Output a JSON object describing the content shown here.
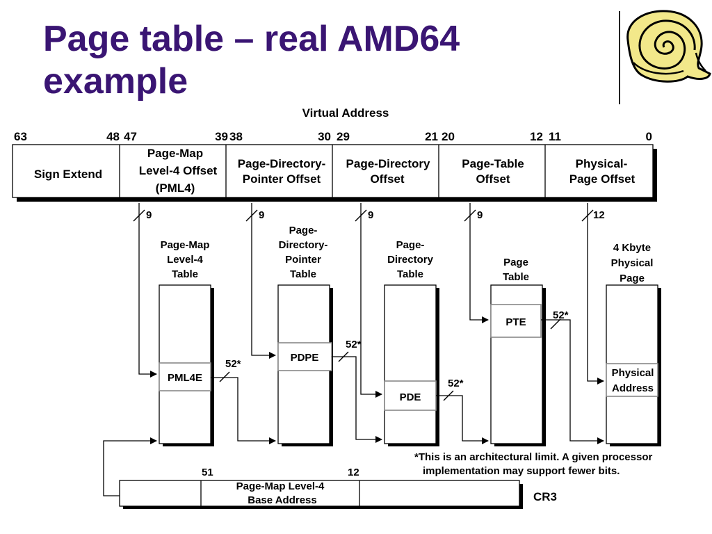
{
  "slide": {
    "title_line1": "Page table – real AMD64",
    "title_line2": "example"
  },
  "colors": {
    "title": "#3a1573",
    "logo_fill": "#f2e88a",
    "line": "#000000"
  },
  "logo": {
    "icon": "spiral-shell-icon"
  },
  "diagram": {
    "virtual_address_label": "Virtual Address",
    "bit_labels": [
      "63",
      "48",
      "47",
      "39",
      "38",
      "30",
      "29",
      "21",
      "20",
      "12",
      "11",
      "0"
    ],
    "fields": [
      {
        "lines": [
          "Sign Extend"
        ]
      },
      {
        "lines": [
          "Page-Map",
          "Level-4 Offset",
          "(PML4)"
        ]
      },
      {
        "lines": [
          "Page-Directory-",
          "Pointer Offset"
        ]
      },
      {
        "lines": [
          "Page-Directory",
          "Offset"
        ]
      },
      {
        "lines": [
          "Page-Table",
          "Offset"
        ]
      },
      {
        "lines": [
          "Physical-",
          "Page Offset"
        ]
      }
    ],
    "index_widths": [
      "9",
      "9",
      "9",
      "9",
      "12"
    ],
    "tables": [
      {
        "name_lines": [
          "Page-Map",
          "Level-4",
          "Table"
        ],
        "entry_lines": [
          "PML4E"
        ]
      },
      {
        "name_lines": [
          "Page-",
          "Directory-",
          "Pointer",
          "Table"
        ],
        "entry_lines": [
          "PDPE"
        ]
      },
      {
        "name_lines": [
          "Page-",
          "Directory",
          "Table"
        ],
        "entry_lines": [
          "PDE"
        ]
      },
      {
        "name_lines": [
          "Page",
          "Table"
        ],
        "entry_lines": [
          "PTE"
        ]
      },
      {
        "name_lines": [
          "4 Kbyte",
          "Physical",
          "Page"
        ],
        "entry_lines": [
          "Physical",
          "Address"
        ]
      }
    ],
    "pointer_widths": [
      "52*",
      "52*",
      "52*",
      "52*"
    ],
    "footnote_lines": [
      "*This is an architectural limit. A given processor",
      "implementation may support fewer bits."
    ],
    "cr3": {
      "register_label": "CR3",
      "bit_high": "51",
      "bit_low": "12",
      "field_lines": [
        "Page-Map Level-4",
        "Base Address"
      ]
    }
  }
}
